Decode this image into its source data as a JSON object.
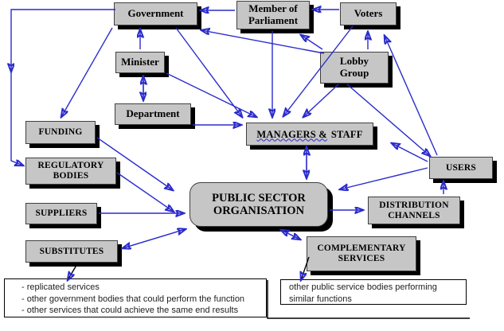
{
  "diagram_title": "Public sector organisation stakeholder diagram",
  "colors": {
    "box_fill": "#c6c6c6",
    "box_border": "#3f3f3f",
    "box_shadow": "#000000",
    "arrow_blue": "#2b2bcc",
    "note_arrow_black": "#000000"
  },
  "nodes": {
    "government": {
      "label": "Government"
    },
    "member_of_parliament": {
      "label": "Member of Parliament"
    },
    "voters": {
      "label": "Voters"
    },
    "minister": {
      "label": "Minister"
    },
    "lobby_group": {
      "label": "Lobby Group"
    },
    "department": {
      "label": "Department"
    },
    "funding": {
      "label": "FUNDING"
    },
    "managers_staff": {
      "label_underlined": "MANAGERS &",
      "label_rest": "STAFF"
    },
    "regulatory_bodies": {
      "label": "REGULATORY BODIES"
    },
    "users": {
      "label": "USERS"
    },
    "public_sector_organisation": {
      "label": "PUBLIC SECTOR ORGANISATION"
    },
    "suppliers": {
      "label": "SUPPLIERS"
    },
    "distribution_channels": {
      "label": "DISTRIBUTION CHANNELS"
    },
    "substitutes": {
      "label": "SUBSTITUTES"
    },
    "complementary_services": {
      "label": "COMPLEMENTARY SERVICES"
    }
  },
  "notes": {
    "substitutes_note": {
      "line1": "- replicated services",
      "line2": "- other government bodies that could perform the function",
      "line3": "- other services that could achieve the same end results"
    },
    "complementary_note": {
      "line1": "other public service bodies performing",
      "line2": "similar functions"
    }
  }
}
